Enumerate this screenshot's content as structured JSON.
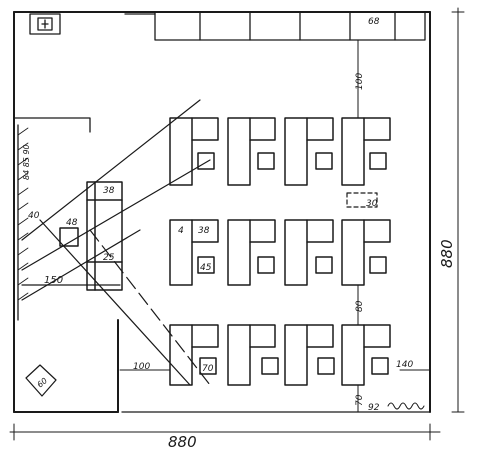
{
  "dimensions": {
    "width_total": "880",
    "height_total": "880"
  },
  "labels": {
    "top_right": "68",
    "dim_top_gap": "100",
    "dim_mid_gap": "80",
    "dim_bottom": "70",
    "dim_bottom_right": "92",
    "dim_left_gap": "100",
    "left_wall_code": "84 85 90",
    "angle_code": "40",
    "sofa_top": "38",
    "table_small": "48",
    "sofa_bottom": "25",
    "dim_diag": "150",
    "desk_small": "4",
    "desk_mid": "38",
    "box_45": "45",
    "box_30": "30",
    "box_70": "70",
    "box_140": "140",
    "plant": "60"
  }
}
